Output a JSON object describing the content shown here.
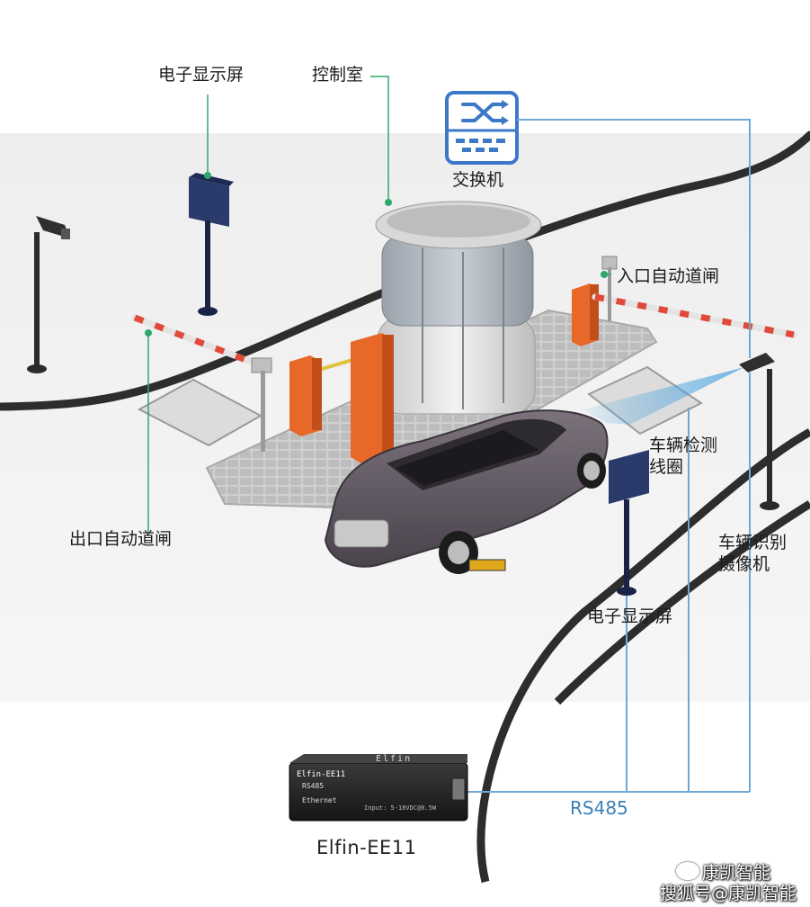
{
  "labels": {
    "display_top": "电子显示屏",
    "control_room": "控制室",
    "switch": "交换机",
    "entrance_gate": "入口自动道闸",
    "detector_line1": "车辆检测",
    "detector_line2": "线圈",
    "exit_gate": "出口自动道闸",
    "camera_line1": "车辆识别",
    "camera_line2": "摄像机",
    "display_bottom": "电子显示屏",
    "bus": "RS485",
    "device_model": "Elfin-EE11"
  },
  "device": {
    "brand": "Elfin",
    "model_print": "Elfin-EE11",
    "port1": "RS485",
    "port2": "Ethernet",
    "input": "Input: 5-18VDC@0.5W"
  },
  "watermark": {
    "account": "康凯智能",
    "source": "搜狐号@康凯智能"
  },
  "colors": {
    "wire": "#6fa8d6",
    "road": "#2d2d2d",
    "gate_orange": "#e8682a",
    "switch_blue": "#3c78c8",
    "car": "#5e5660"
  }
}
